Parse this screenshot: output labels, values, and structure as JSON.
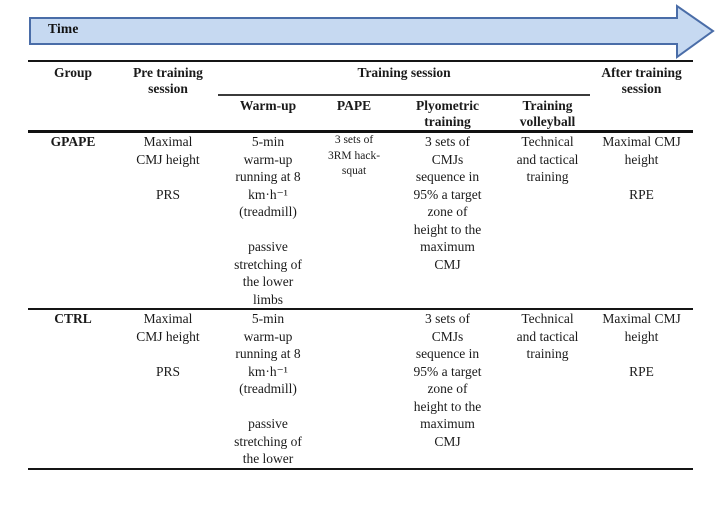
{
  "timeline": {
    "label": "Time"
  },
  "colors": {
    "arrow_fill": "#c6d9f1",
    "arrow_stroke": "#4a6da8"
  },
  "table": {
    "header": {
      "group": "Group",
      "pre_training": "Pre training\nsession",
      "training_session": "Training session",
      "after_training": "After training\nsession",
      "sub": [
        "Warm-up",
        "PAPE",
        "Plyometric\ntraining",
        "Training\nvolleyball"
      ]
    },
    "rows": [
      {
        "group": "GPAPE",
        "pre_training": "Maximal\nCMJ height\n\nPRS",
        "warm_up": "5-min\nwarm-up\nrunning at 8\nkm·h⁻¹\n(treadmill)\n\npassive\nstretching of\nthe lower\nlimbs",
        "pape": "3 sets of\n3RM hack-\nsquat",
        "plyometric": "3 sets of\nCMJs\nsequence in\n95% a target\nzone of\nheight to the\nmaximum\nCMJ",
        "volleyball": "Technical\nand tactical\ntraining",
        "after_training": "Maximal CMJ\nheight\n\nRPE"
      },
      {
        "group": "CTRL",
        "pre_training": "Maximal\nCMJ height\n\nPRS",
        "warm_up": "5-min\nwarm-up\nrunning at 8\nkm·h⁻¹\n(treadmill)\n\npassive\nstretching of\nthe lower",
        "pape": "",
        "plyometric": "3 sets of\nCMJs\nsequence in\n95% a target\nzone of\nheight to the\nmaximum\nCMJ",
        "volleyball": "Technical\nand tactical\ntraining",
        "after_training": "Maximal CMJ\nheight\n\nRPE"
      }
    ]
  }
}
